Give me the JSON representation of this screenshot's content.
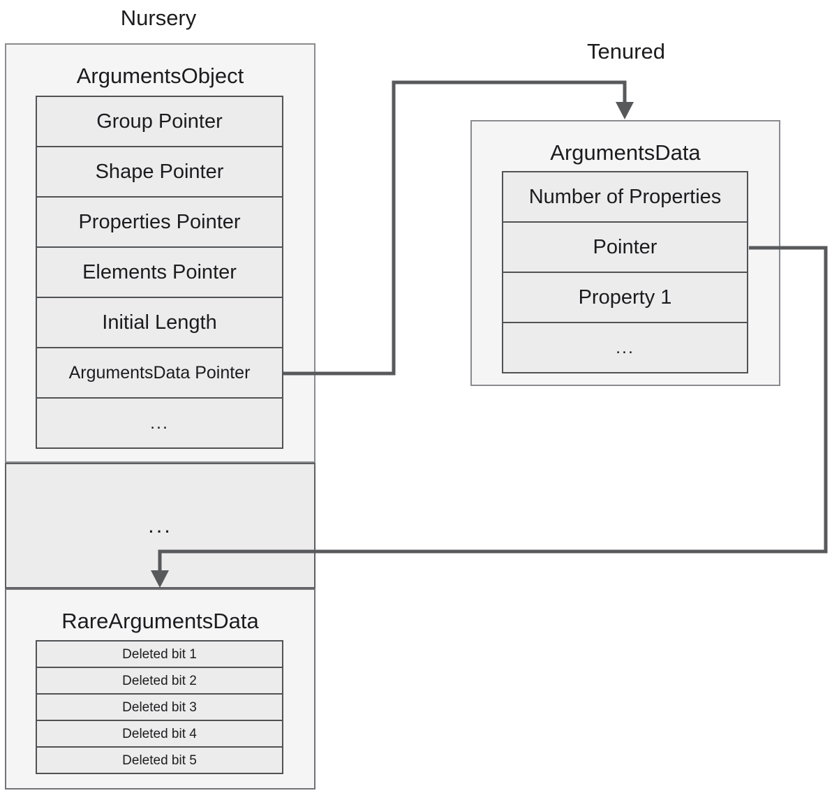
{
  "region_labels": {
    "nursery": "Nursery",
    "tenured": "Tenured"
  },
  "arguments_object": {
    "title": "ArgumentsObject",
    "rows": [
      "Group Pointer",
      "Shape Pointer",
      "Properties Pointer",
      "Elements Pointer",
      "Initial Length",
      "ArgumentsData Pointer",
      "..."
    ]
  },
  "ellipsis_section": {
    "label": "..."
  },
  "rare_arguments_data": {
    "title": "RareArgumentsData",
    "rows": [
      "Deleted bit 1",
      "Deleted bit 2",
      "Deleted bit 3",
      "Deleted bit 4",
      "Deleted bit 5"
    ]
  },
  "arguments_data": {
    "title": "ArgumentsData",
    "rows": [
      "Number of Properties",
      "Pointer",
      "Property 1",
      "..."
    ]
  },
  "colors": {
    "box_fill": "#f5f5f6",
    "cell_fill": "#ececed",
    "box_border": "#8a8b8e",
    "cell_border": "#515254",
    "connector": "#58595b",
    "text": "#1c1c1e"
  }
}
